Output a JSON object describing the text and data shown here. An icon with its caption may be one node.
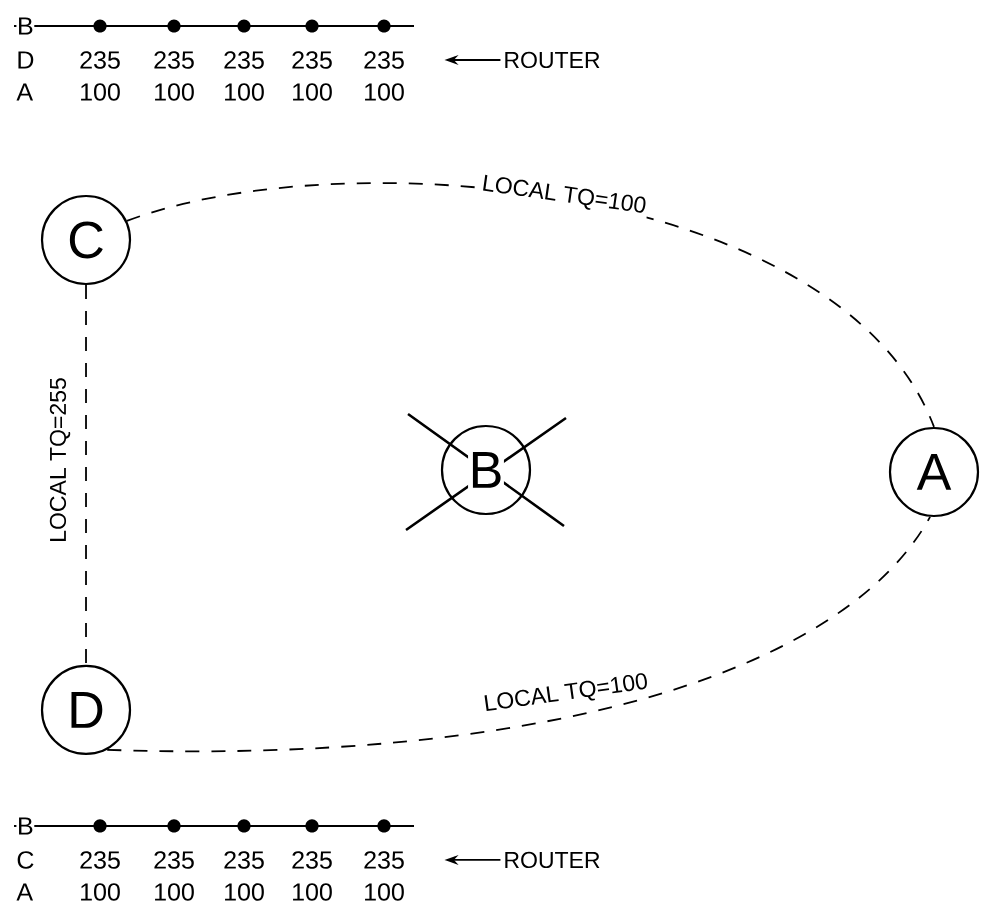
{
  "diagram": {
    "nodes": [
      {
        "text": [
          "C"
        ]
      },
      {
        "text": [
          "B"
        ]
      },
      {
        "text": [
          "A"
        ]
      },
      {
        "text": [
          "D"
        ]
      },
      {
        "text": [
          "ROUTER"
        ]
      },
      {
        "text": [
          "ROUTER"
        ]
      }
    ],
    "edges": [
      {
        "from": 0,
        "to": 2,
        "arrow": "none",
        "style": "dashed",
        "label": "LOCAL TQ=100"
      },
      {
        "from": 0,
        "to": 3,
        "arrow": "none",
        "style": "dashed",
        "label": "LOCAL TQ=255"
      },
      {
        "from": 3,
        "to": 2,
        "arrow": "none",
        "style": "dashed",
        "label": "LOCAL TQ=100"
      },
      {
        "from": 4,
        "to": null,
        "arrow": "to"
      },
      {
        "from": 5,
        "to": null,
        "arrow": "to"
      }
    ],
    "labels": [
      "B",
      "D",
      "235",
      "235",
      "235",
      "235",
      "235",
      "A",
      "100",
      "100",
      "100",
      "100",
      "100",
      "B",
      "C",
      "235",
      "235",
      "235",
      "235",
      "235",
      "A",
      "100",
      "100",
      "100",
      "100",
      "100"
    ]
  }
}
